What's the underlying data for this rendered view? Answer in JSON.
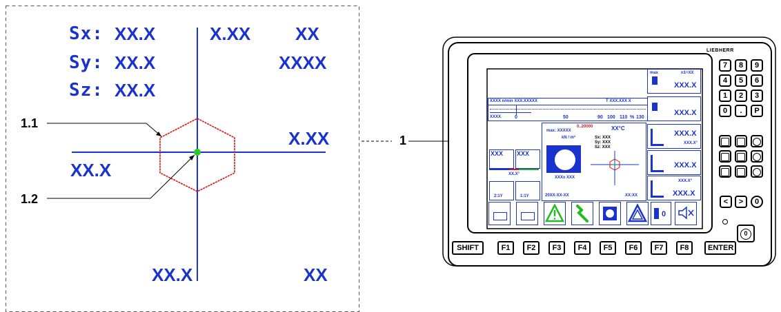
{
  "detail": {
    "sx_label": "Sx:",
    "sy_label": "Sy:",
    "sz_label": "Sz:",
    "sx_value": "XX.X",
    "sy_value": "XX.X",
    "sz_value": "XX.X",
    "top_center_value": "X.XX",
    "top_right_value": "XX",
    "top_right_value2": "XXXX",
    "mid_right_value": "X.XX",
    "mid_left_value": "XX.X",
    "bottom_center_value": "XX.X",
    "bottom_right_value": "XX",
    "callout_hexagon": "1.1",
    "callout_point": "1.2",
    "colors": {
      "axis": "#1a33cc",
      "hexagon": "#dd1111",
      "point": "#22cc22"
    }
  },
  "callout_screen": "1",
  "device": {
    "brand": "LIEBHERR",
    "keypad": [
      "7",
      "8",
      "9",
      "4",
      "5",
      "6",
      "1",
      "2",
      "3",
      "0",
      ".",
      "P"
    ],
    "func_keys": [
      "F1",
      "F2",
      "F3",
      "F4",
      "F5",
      "F6",
      "F7",
      "F8"
    ],
    "shift_label": "SHIFT",
    "enter_label": "ENTER",
    "power_label": "0",
    "nav_keys": [
      "<",
      ">",
      "0"
    ]
  },
  "screen": {
    "chart_header_left": "XXXX n/min XXX.XXXXX",
    "chart_header_right": "T XXX.XXX X",
    "chart_row2_left": "XXXX",
    "chart_scale_0": "0",
    "chart_scale_50": "50",
    "chart_scale_90": "90",
    "chart_scale_100": "100",
    "chart_scale_110": "110",
    "chart_scale_pct": "%",
    "chart_scale_130": "130",
    "side1_label": "max",
    "side1_right": "n1=XX",
    "side1_value": "XXX.X",
    "side2_value": "XXX.X",
    "side3_value": "XXX.X",
    "side3_sub": "XXX.X°",
    "side4_value": "XXX.X",
    "side5_value": "XXX.X",
    "side5_sub": "XXX.X°",
    "center_max": "max: XXXXX",
    "center_unit": "kN / m²",
    "center_red": "0..20000",
    "center_temp": "XX°C",
    "center_s": "Sx: XXX\nSy: XXX\nSz: XXX",
    "center_date": "20XX-XX-XX",
    "center_time": "XX:XX",
    "center_left": "XXXx XXX",
    "left_top1": "XXX",
    "left_top2": "XXX",
    "left_ratio1": "2:1Y",
    "left_ratio2": "1:1Y",
    "left_val": "XX.X°",
    "btn_hook_value": "0"
  }
}
